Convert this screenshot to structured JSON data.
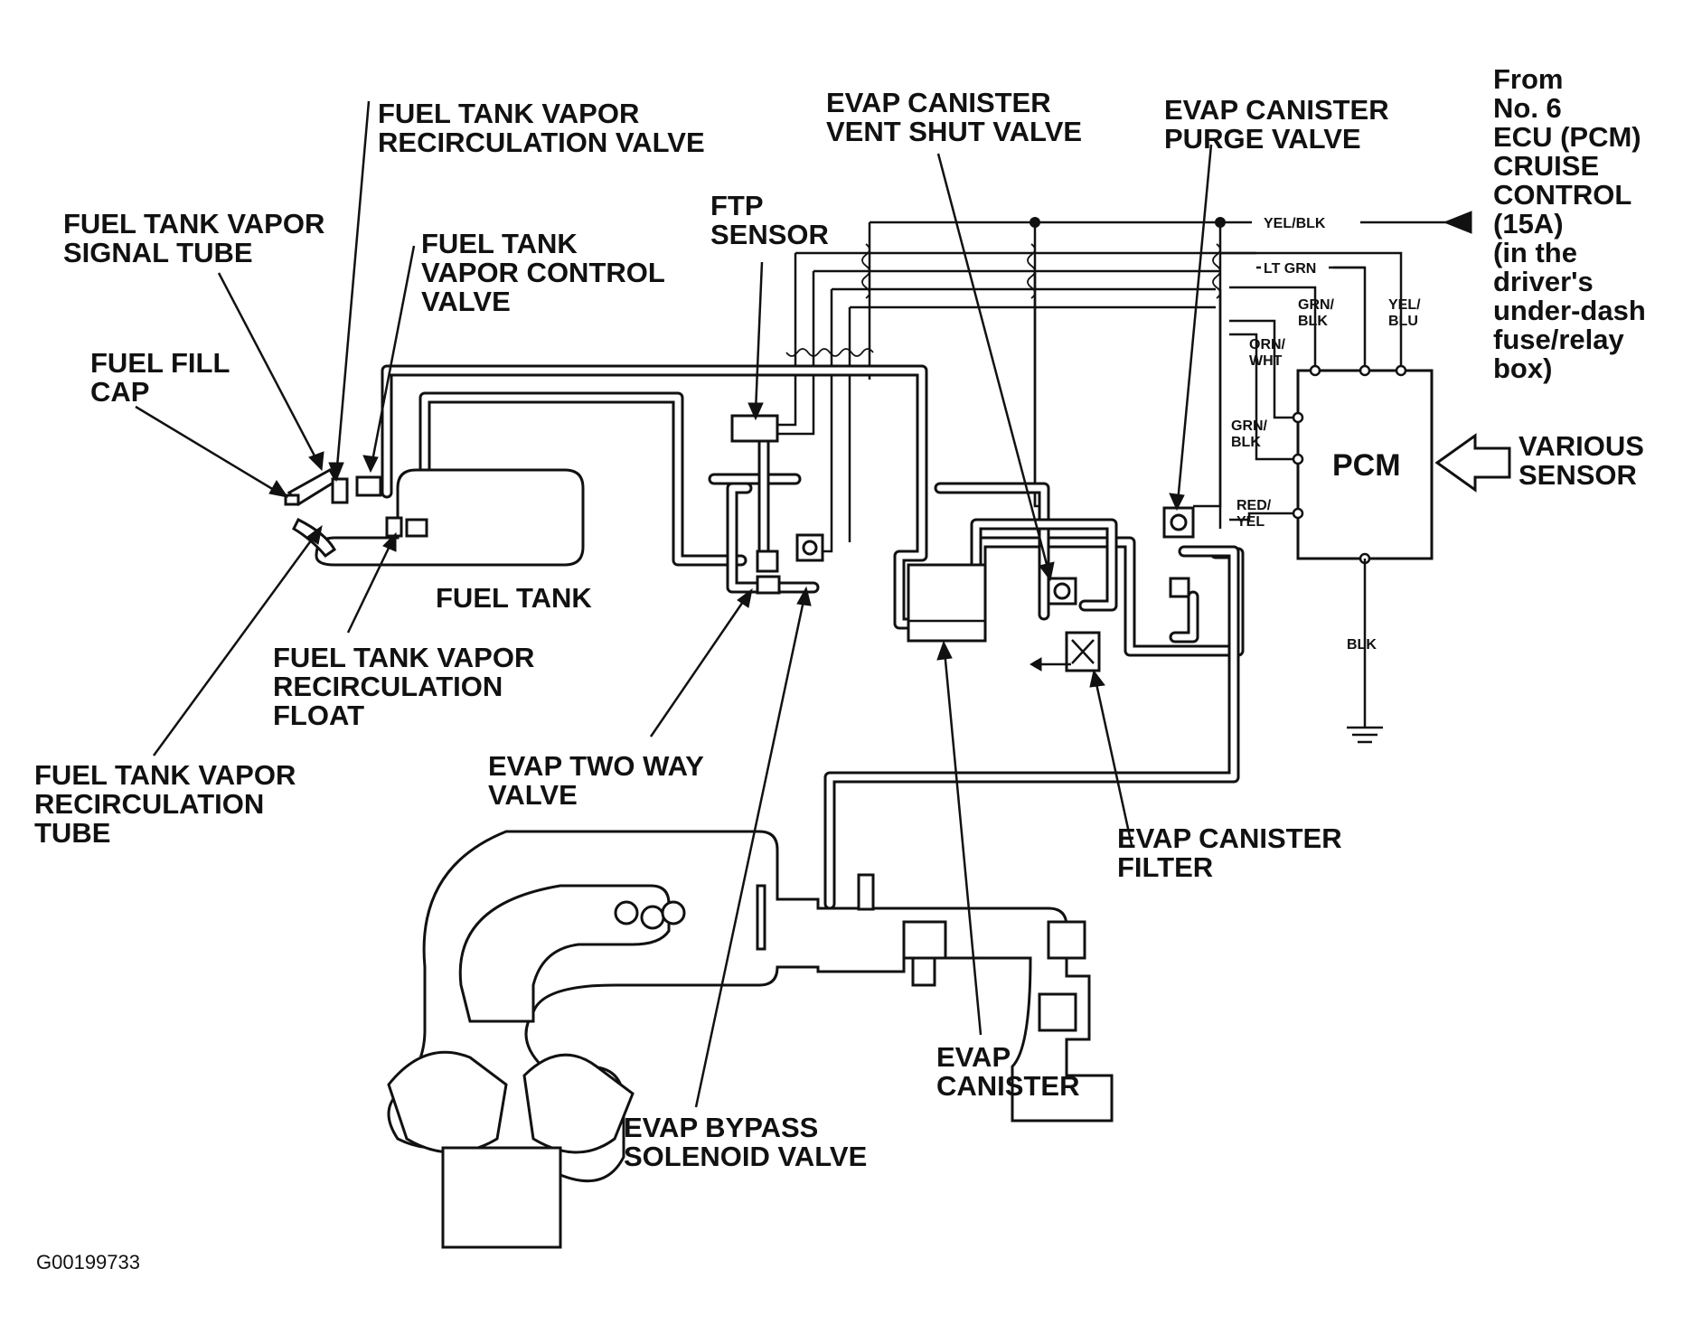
{
  "labels": {
    "tank_vapor_recirc_valve": [
      "FUEL TANK VAPOR",
      "RECIRCULATION VALVE"
    ],
    "tank_vapor_signal_tube": [
      "FUEL TANK VAPOR",
      "SIGNAL TUBE"
    ],
    "tank_vapor_control_valve": [
      "FUEL TANK",
      "VAPOR CONTROL",
      "VALVE"
    ],
    "fuel_fill_cap": [
      "FUEL FILL",
      "CAP"
    ],
    "ftp_sensor": [
      "FTP",
      "SENSOR"
    ],
    "vent_shut_valve": [
      "EVAP CANISTER",
      "VENT SHUT VALVE"
    ],
    "purge_valve": [
      "EVAP CANISTER",
      "PURGE VALVE"
    ],
    "power_source": [
      "From",
      "No. 6",
      "ECU (PCM)",
      "CRUISE",
      "CONTROL",
      "(15A)",
      "(in the",
      "driver's",
      "under-dash",
      "fuse/relay",
      "box)"
    ],
    "fuel_tank": [
      "FUEL TANK"
    ],
    "recirc_float": [
      "FUEL TANK VAPOR",
      "RECIRCULATION",
      "FLOAT"
    ],
    "recirc_tube": [
      "FUEL TANK VAPOR",
      "RECIRCULATION",
      "TUBE"
    ],
    "two_way_valve": [
      "EVAP TWO WAY",
      "VALVE"
    ],
    "canister_filter": [
      "EVAP CANISTER",
      "FILTER"
    ],
    "canister": [
      "EVAP",
      "CANISTER"
    ],
    "bypass_solenoid": [
      "EVAP BYPASS",
      "SOLENOID VALVE"
    ],
    "various_sensor": [
      "VARIOUS",
      "SENSOR"
    ],
    "pcm": "PCM"
  },
  "wires": {
    "yel_blk": "YEL/BLK",
    "lt_grn": "LT GRN",
    "grn_blk_top": [
      "GRN/",
      "BLK"
    ],
    "yel_blu": [
      "YEL/",
      "BLU"
    ],
    "orn_wht": [
      "ORN/",
      "WHT"
    ],
    "grn_blk_mid": [
      "GRN/",
      "BLK"
    ],
    "red_yel": [
      "RED/",
      "YEL"
    ],
    "blk": "BLK"
  },
  "figure_id": "G00199733"
}
